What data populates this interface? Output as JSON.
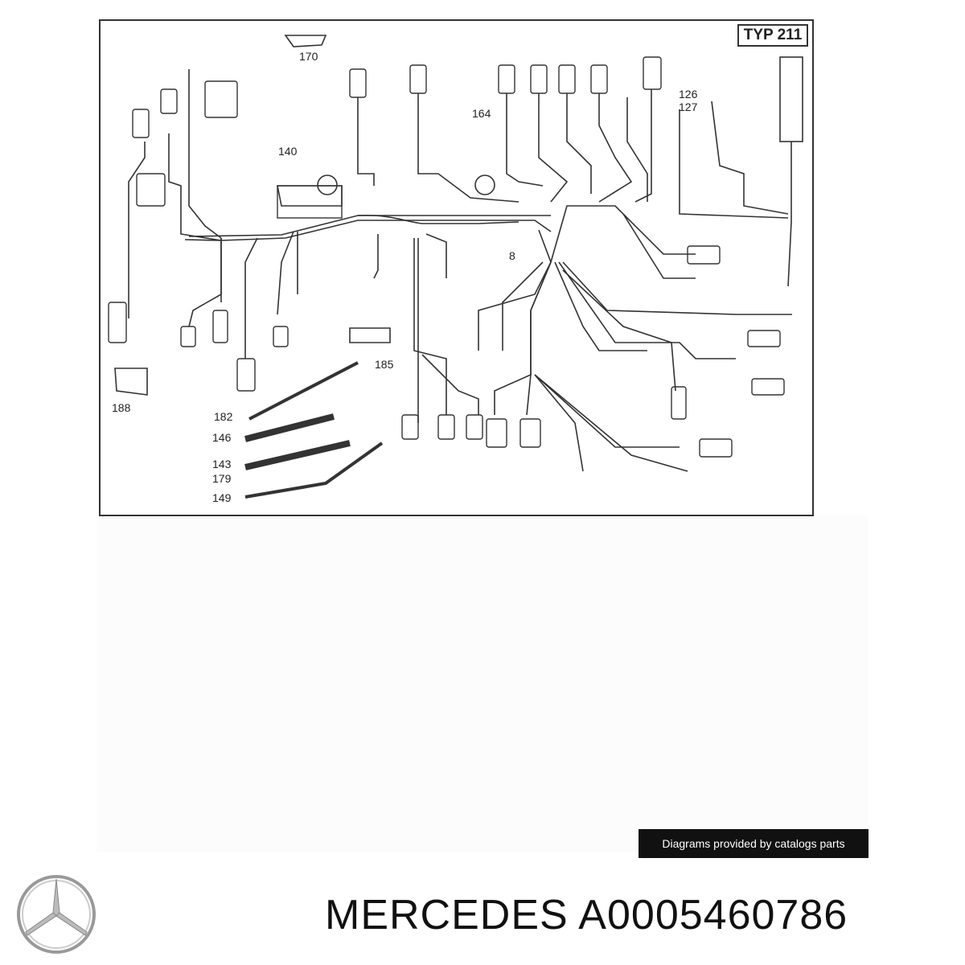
{
  "diagram": {
    "type_label": "TYP 211",
    "callouts": [
      {
        "id": "c170",
        "text": "170"
      },
      {
        "id": "c164",
        "text": "164"
      },
      {
        "id": "c140",
        "text": "140"
      },
      {
        "id": "c126",
        "text": "126"
      },
      {
        "id": "c127",
        "text": "127"
      },
      {
        "id": "c8",
        "text": "8"
      },
      {
        "id": "c185",
        "text": "185"
      },
      {
        "id": "c188",
        "text": "188"
      },
      {
        "id": "c182",
        "text": "182"
      },
      {
        "id": "c146",
        "text": "146"
      },
      {
        "id": "c143",
        "text": "143"
      },
      {
        "id": "c179",
        "text": "179"
      },
      {
        "id": "c149",
        "text": "149"
      }
    ]
  },
  "credit_text": "Diagrams provided by catalogs parts",
  "brand_logo_icon": "mercedes-star-icon",
  "title": {
    "brand": "MERCEDES",
    "part_number": "A0005460786"
  },
  "colors": {
    "line": "#333333",
    "credit_bg": "#111111"
  }
}
